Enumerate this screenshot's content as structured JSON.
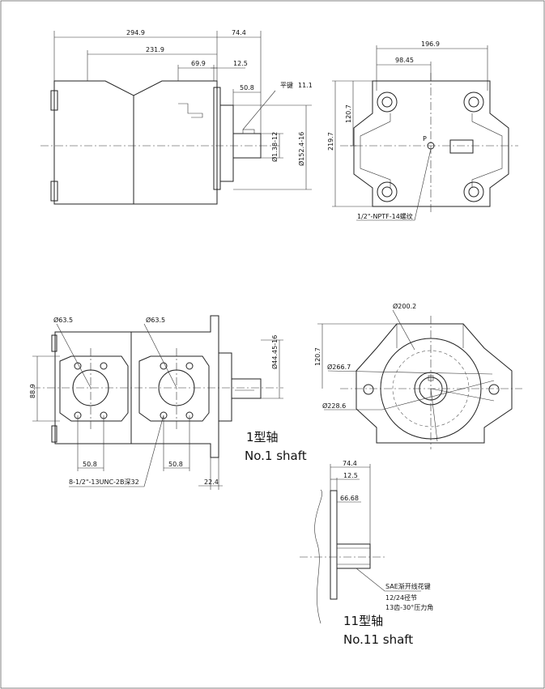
{
  "top_front": {
    "dims": {
      "overall": "294.9",
      "shaft_len": "74.4",
      "body_c": "231.9",
      "mid": "69.9",
      "flange": "12.5",
      "key_pos": "50.8",
      "key_label": "平键",
      "key_size": "11.1",
      "shaft_dia": "Ø1.38-12",
      "pilot_dia": "Ø152.4-16"
    }
  },
  "top_side": {
    "dims": {
      "width": "196.9",
      "half_width": "98.45",
      "center_h": "120.7",
      "height": "219.7",
      "port_mark": "P",
      "drain": "1/2\"-NPTF-14螺纹"
    }
  },
  "bottom_front": {
    "dims": {
      "port_left": "Ø63.5",
      "port_right": "Ø63.5",
      "height_left": "88.9",
      "bolt_left": "50.8",
      "bolt_right": "50.8",
      "thread": "8-1/2\"-13UNC-2B深32",
      "flange": "22.4",
      "shaft_dia": "Ø44.45-16"
    },
    "shaft_title_cn": "1型轴",
    "shaft_title_en": "No.1 shaft"
  },
  "bottom_side": {
    "dims": {
      "bolt_circle": "Ø200.2",
      "center_h": "120.7",
      "outer": "Ø266.7",
      "pilot": "Ø228.6"
    }
  },
  "shaft11": {
    "dims": {
      "length": "74.4",
      "flange": "12.5",
      "spline": "66.68",
      "note1": "SAE渐开线花键",
      "note2": "12/24径节",
      "note3": "13齿-30°压力角"
    },
    "title_cn": "11型轴",
    "title_en": "No.11 shaft"
  }
}
